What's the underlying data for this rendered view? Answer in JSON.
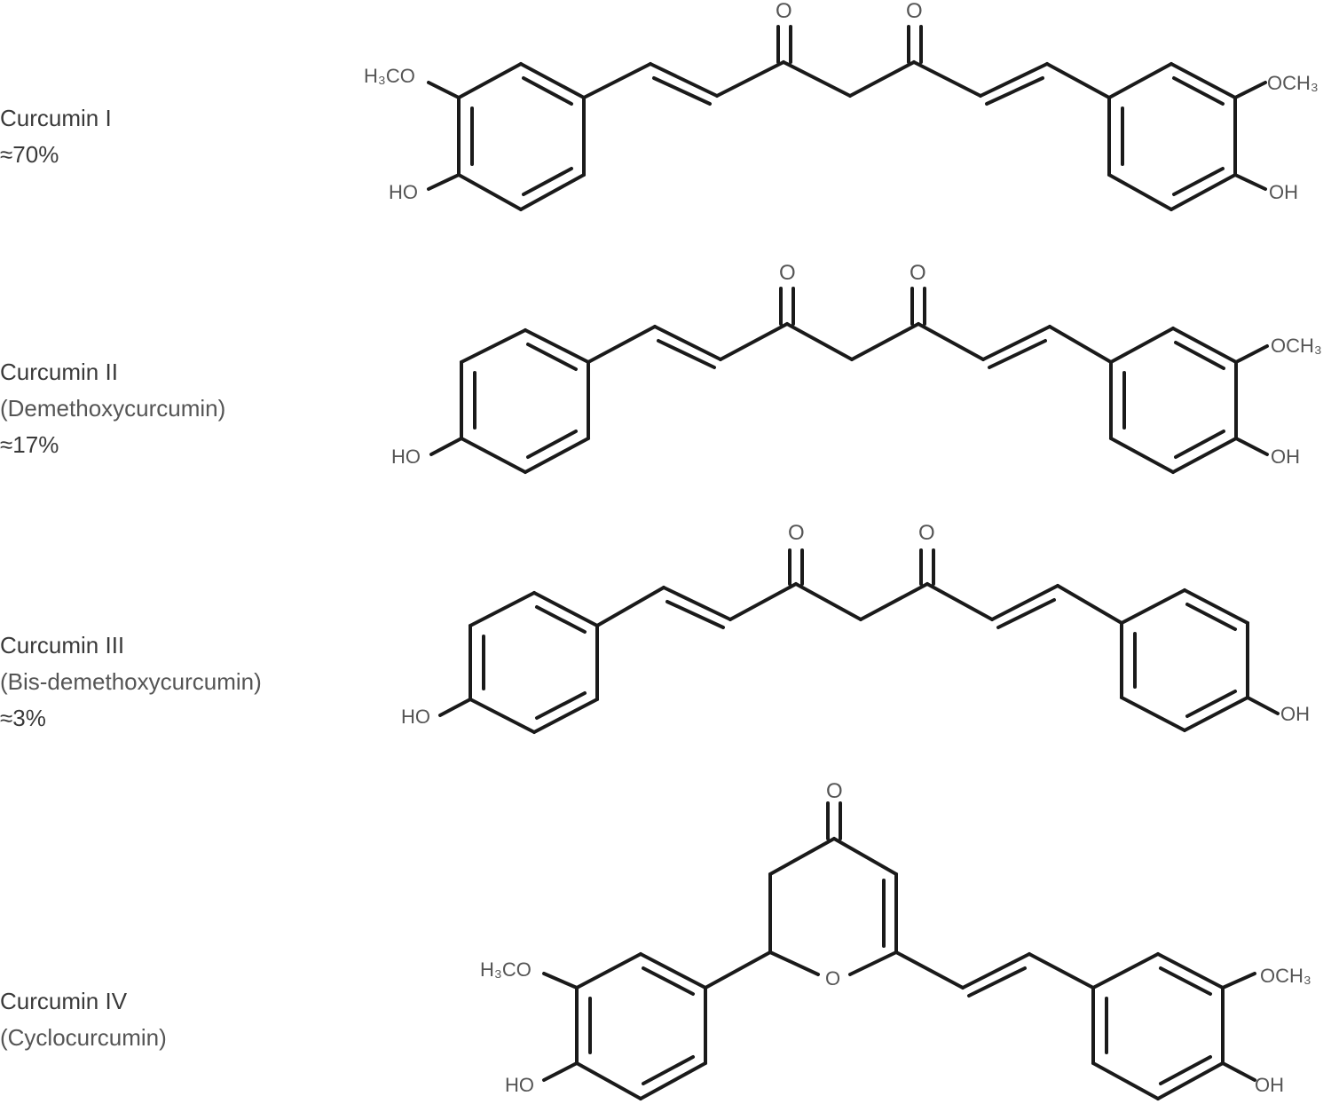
{
  "compounds": [
    {
      "name": "Curcumin I",
      "alias": "",
      "abundance": "≈70%",
      "labels": {
        "o1": "O",
        "o2": "O",
        "left_sub": "H₃CO",
        "left_oh": "HO",
        "right_sub": "OCH₃",
        "right_oh": "OH"
      }
    },
    {
      "name": "Curcumin II",
      "alias": "(Demethoxycurcumin)",
      "abundance": "≈17%",
      "labels": {
        "o1": "O",
        "o2": "O",
        "left_oh": "HO",
        "right_sub": "OCH₃",
        "right_oh": "OH"
      }
    },
    {
      "name": "Curcumin III",
      "alias": "(Bis-demethoxycurcumin)",
      "abundance": "≈3%",
      "labels": {
        "o1": "O",
        "o2": "O",
        "left_oh": "HO",
        "right_oh": "OH"
      }
    },
    {
      "name": "Curcumin IV",
      "alias": "(Cyclocurcumin)",
      "abundance": "",
      "labels": {
        "o_ketone": "O",
        "o_ring": "O",
        "left_sub": "H₃CO",
        "left_oh": "HO",
        "right_sub": "OCH₃",
        "right_oh": "OH"
      }
    }
  ]
}
